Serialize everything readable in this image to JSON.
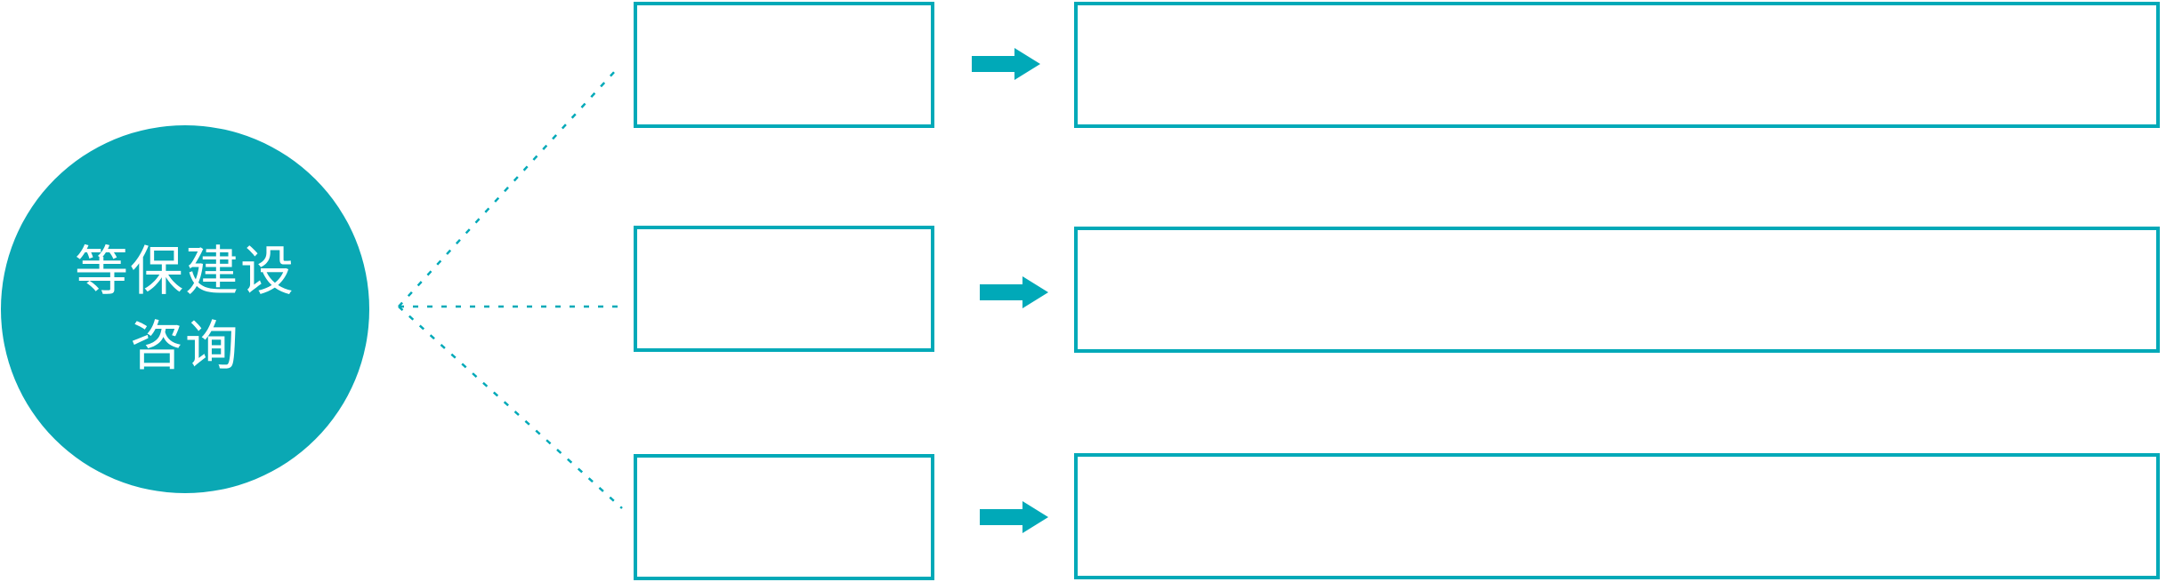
{
  "diagram": {
    "accent_color": "#00a9b8",
    "circle": {
      "fill_color": "#0aa8b4",
      "text_color": "#ffffff",
      "label_line1": "等保建设",
      "label_line2": "咨询"
    },
    "connectors": {
      "style": "dotted",
      "count": 3
    },
    "arrow_icon": "right-arrow-icon",
    "rows": [
      {
        "small_box_text": "",
        "big_box_text": ""
      },
      {
        "small_box_text": "",
        "big_box_text": ""
      },
      {
        "small_box_text": "",
        "big_box_text": ""
      }
    ]
  }
}
